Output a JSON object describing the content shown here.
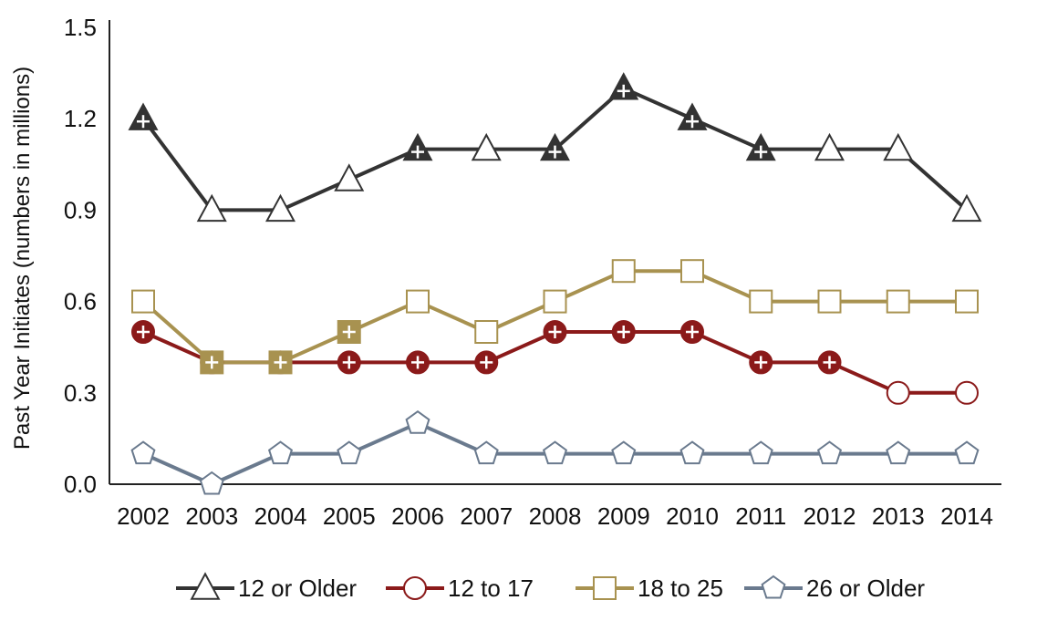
{
  "chart_data": {
    "type": "line",
    "title": "",
    "xlabel": "",
    "ylabel": "Past Year Initiates (numbers in millions)",
    "categories": [
      "2002",
      "2003",
      "2004",
      "2005",
      "2006",
      "2007",
      "2008",
      "2009",
      "2010",
      "2011",
      "2012",
      "2013",
      "2014"
    ],
    "ylim": [
      0.0,
      1.5
    ],
    "yticks": [
      0.0,
      0.3,
      0.6,
      0.9,
      1.2,
      1.5
    ],
    "ytick_labels": [
      "0.0",
      "0.3",
      "0.6",
      "0.9",
      "1.2",
      "1.5"
    ],
    "grid": false,
    "legend_position": "bottom-center",
    "series": [
      {
        "name": "12 or Older",
        "color": "#333333",
        "marker": "triangle",
        "values": [
          1.2,
          0.9,
          0.9,
          1.0,
          1.1,
          1.1,
          1.1,
          1.3,
          1.2,
          1.1,
          1.1,
          1.1,
          0.9
        ],
        "significant": [
          true,
          false,
          false,
          false,
          true,
          false,
          true,
          true,
          true,
          true,
          false,
          false,
          false
        ]
      },
      {
        "name": "12 to 17",
        "color": "#8b1a1a",
        "marker": "circle",
        "values": [
          0.5,
          0.4,
          0.4,
          0.4,
          0.4,
          0.4,
          0.5,
          0.5,
          0.5,
          0.4,
          0.4,
          0.3,
          0.3
        ],
        "significant": [
          true,
          true,
          true,
          true,
          true,
          true,
          true,
          true,
          true,
          true,
          true,
          false,
          false
        ]
      },
      {
        "name": "18 to 25",
        "color": "#a89250",
        "marker": "square",
        "values": [
          0.6,
          0.4,
          0.4,
          0.5,
          0.6,
          0.5,
          0.6,
          0.7,
          0.7,
          0.6,
          0.6,
          0.6,
          0.6
        ],
        "significant": [
          false,
          true,
          true,
          true,
          false,
          false,
          false,
          false,
          false,
          false,
          false,
          false,
          false
        ]
      },
      {
        "name": "26 or Older",
        "color": "#6a7a8e",
        "marker": "pentagon",
        "values": [
          0.1,
          0.0,
          0.1,
          0.1,
          0.2,
          0.1,
          0.1,
          0.1,
          0.1,
          0.1,
          0.1,
          0.1,
          0.1
        ],
        "significant": [
          false,
          false,
          false,
          false,
          false,
          false,
          false,
          false,
          false,
          false,
          false,
          false,
          false
        ]
      }
    ]
  }
}
